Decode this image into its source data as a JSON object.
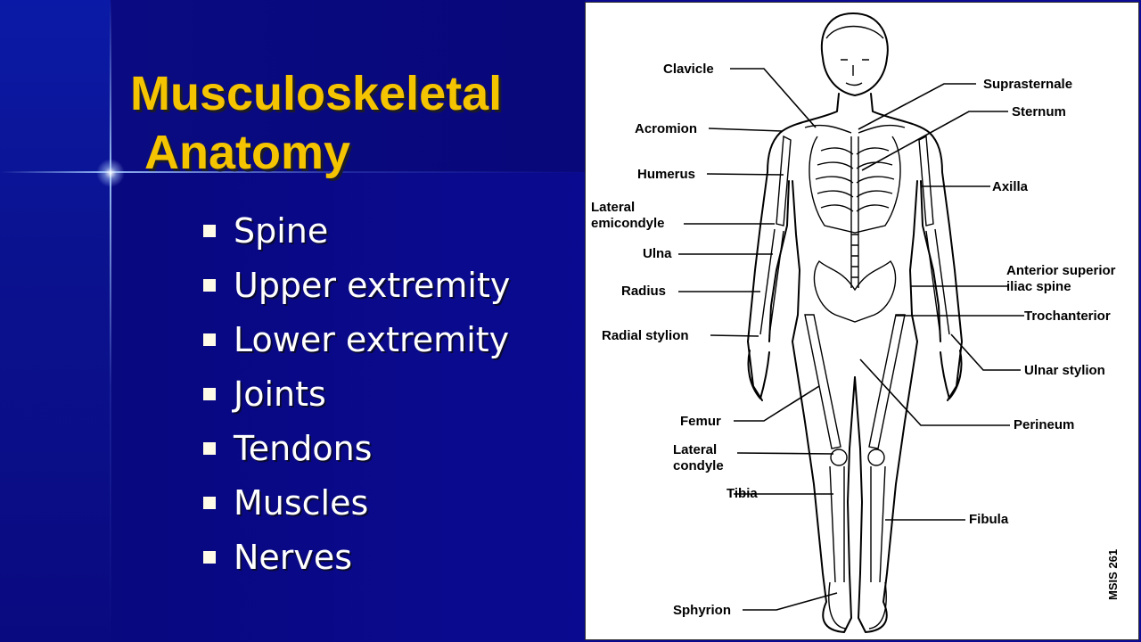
{
  "slide": {
    "title_line1": "Musculoskeletal",
    "title_line2": "Anatomy",
    "bullets": [
      "Spine",
      "Upper extremity",
      "Lower extremity",
      "Joints",
      "Tendons",
      "Muscles",
      "Nerves"
    ]
  },
  "colors": {
    "title": "#F5C400",
    "background": "#0A0A8E",
    "bullet_text": "#FFFFFF"
  },
  "figure": {
    "labels": {
      "clavicle": "Clavicle",
      "acromion": "Acromion",
      "humerus": "Humerus",
      "lateral_emicondyle_1": "Lateral",
      "lateral_emicondyle_2": "emicondyle",
      "ulna": "Ulna",
      "radius": "Radius",
      "radial_stylion": "Radial stylion",
      "femur": "Femur",
      "lateral_condyle_1": "Lateral",
      "lateral_condyle_2": "condyle",
      "tibia": "Tibia",
      "sphyrion": "Sphyrion",
      "suprasternale": "Suprasternale",
      "sternum": "Sternum",
      "axilla": "Axilla",
      "asis_1": "Anterior superior",
      "asis_2": "iliac spine",
      "trochanterior": "Trochanterior",
      "ulnar_stylion": "Ulnar stylion",
      "perineum": "Perineum",
      "fibula": "Fibula",
      "code": "MSIS 261"
    }
  }
}
